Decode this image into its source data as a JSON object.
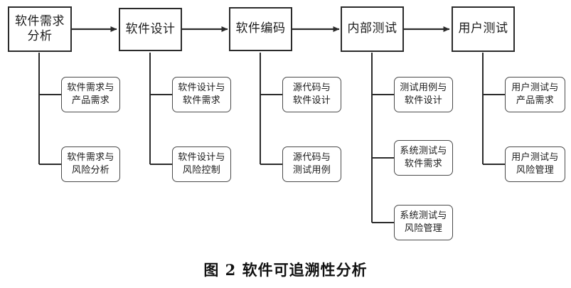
{
  "figure": {
    "caption": "图 2  软件可追溯性分析",
    "colors": {
      "stage_border": "#2b2b2b",
      "sub_border": "#4a4a4a",
      "wire": "#2b2b2b",
      "background": "#ffffff",
      "text": "#1a1a1a"
    }
  },
  "columns": [
    {
      "id": "requirements-analysis",
      "stage": {
        "lines": [
          "软件需求",
          "分析"
        ],
        "label": "软件需求分析"
      },
      "items": [
        {
          "lines": [
            "软件需求与",
            "产品需求"
          ],
          "label": "软件需求与产品需求"
        },
        {
          "lines": [
            "软件需求与",
            "风险分析"
          ],
          "label": "软件需求与风险分析"
        }
      ]
    },
    {
      "id": "software-design",
      "stage": {
        "lines": [
          "软件设计"
        ],
        "label": "软件设计"
      },
      "items": [
        {
          "lines": [
            "软件设计与",
            "软件需求"
          ],
          "label": "软件设计与软件需求"
        },
        {
          "lines": [
            "软件设计与",
            "风险控制"
          ],
          "label": "软件设计与风险控制"
        }
      ]
    },
    {
      "id": "software-coding",
      "stage": {
        "lines": [
          "软件编码"
        ],
        "label": "软件编码"
      },
      "items": [
        {
          "lines": [
            "源代码与",
            "软件设计"
          ],
          "label": "源代码与软件设计"
        },
        {
          "lines": [
            "源代码与",
            "测试用例"
          ],
          "label": "源代码与测试用例"
        }
      ]
    },
    {
      "id": "internal-testing",
      "stage": {
        "lines": [
          "内部测试"
        ],
        "label": "内部测试"
      },
      "items": [
        {
          "lines": [
            "测试用例与",
            "软件设计"
          ],
          "label": "测试用例与软件设计"
        },
        {
          "lines": [
            "系统测试与",
            "软件需求"
          ],
          "label": "系统测试与软件需求"
        },
        {
          "lines": [
            "系统测试与",
            "风险管理"
          ],
          "label": "系统测试与风险管理"
        }
      ]
    },
    {
      "id": "user-testing",
      "stage": {
        "lines": [
          "用户测试"
        ],
        "label": "用户测试"
      },
      "items": [
        {
          "lines": [
            "用户测试与",
            "产品需求"
          ],
          "label": "用户测试与产品需求"
        },
        {
          "lines": [
            "用户测试与",
            "风险管理"
          ],
          "label": "用户测试与风险管理"
        }
      ]
    }
  ]
}
